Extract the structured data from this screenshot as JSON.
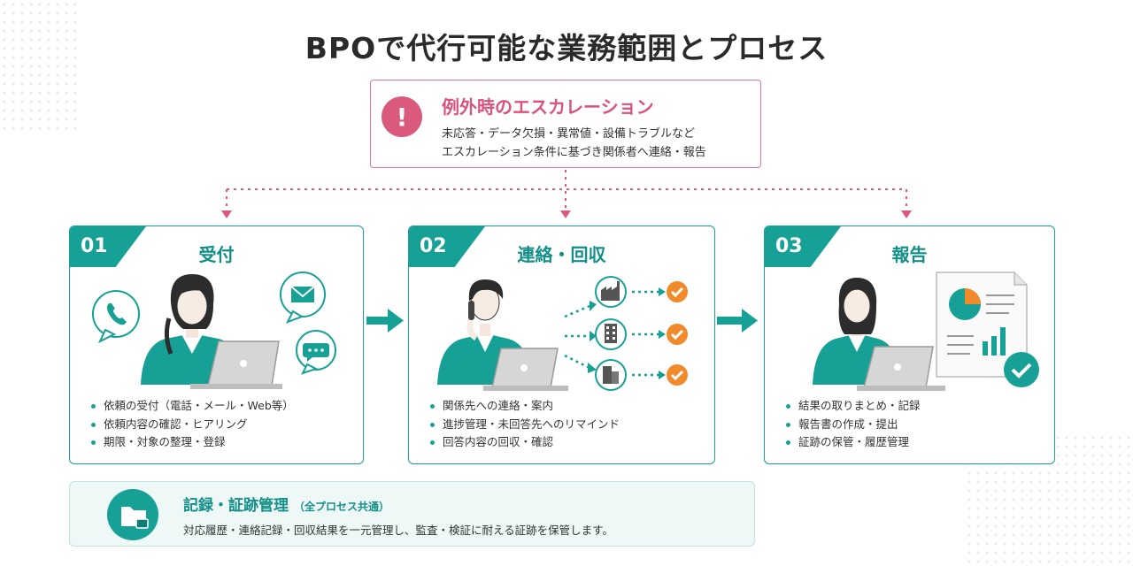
{
  "title": "BPOで代行可能な業務範囲とプロセス",
  "escalation": {
    "icon": "exclamation-icon",
    "title": "例外時のエスカレーション",
    "line1": "未応答・データ欠損・異常値・設備トラブルなど",
    "line2": "エスカレーション条件に基づき関係者へ連絡・報告"
  },
  "cards": [
    {
      "number": "01",
      "title": "受付",
      "bullets": [
        "依頼の受付（電話・メール・Web等）",
        "依頼内容の確認・ヒアリング",
        "期限・対象の整理・登録"
      ]
    },
    {
      "number": "02",
      "title": "連絡・回収",
      "bullets": [
        "関係先への連絡・案内",
        "進捗管理・未回答先へのリマインド",
        "回答内容の回収・確認"
      ]
    },
    {
      "number": "03",
      "title": "報告",
      "bullets": [
        "結果の取りまとめ・記録",
        "報告書の作成・提出",
        "証跡の保管・履歴管理"
      ]
    }
  ],
  "record": {
    "icon": "locked-folder-icon",
    "title": "記録・証跡管理",
    "subtitle": "（全プロセス共通）",
    "description": "対応履歴・連絡記録・回収結果を一元管理し、監査・検証に耐える証跡を保管します。"
  },
  "colors": {
    "teal": "#17a096",
    "pink": "#d95a7c",
    "orange": "#f08a2a"
  }
}
